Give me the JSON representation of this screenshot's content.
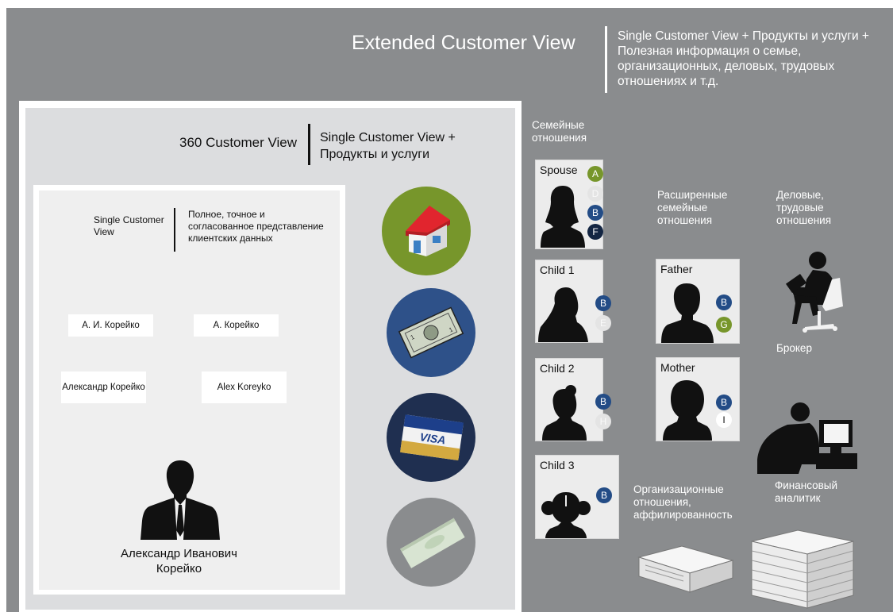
{
  "extended_view": {
    "title": "Extended Customer View",
    "description": "Single Customer View + Продукты и услуги + Полезная информация о семье, организационных, деловых, трудовых отношениях и т.д."
  },
  "view_360": {
    "title": "360 Customer View",
    "description": "Single Customer View + Продукты и услуги"
  },
  "single_view": {
    "title": "Single Customer View",
    "description": "Полное, точное и согласованное представление клиентских данных",
    "name_variants": [
      "А. И. Корейко",
      "А. Корейко",
      "Александр Корейко",
      "Alex Koreyko"
    ],
    "customer_name": "Александр Иванович Корейко"
  },
  "products": {
    "icons": [
      "house-icon",
      "banknote-icon",
      "credit-card-icon",
      "cheque-icon"
    ],
    "card_brand": "VISA",
    "colors": {
      "house": "#77962b",
      "money": "#2e5189",
      "card": "#1f2f50",
      "cheque": "#8a8c8e"
    }
  },
  "relations": {
    "family_label": "Семейные отношения",
    "extended_family_label": "Расширенные семейные отношения",
    "business_label": "Деловые, трудовые отношения",
    "org_label": "Организационные отношения, аффилированность",
    "broker_label": "Брокер",
    "analyst_label": "Финансовый аналитик"
  },
  "family_cards": [
    {
      "label": "Spouse",
      "badges": [
        "A",
        "D",
        "B",
        "F"
      ]
    },
    {
      "label": "Child 1",
      "badges": [
        "B",
        "E"
      ]
    },
    {
      "label": "Child 2",
      "badges": [
        "B",
        "H"
      ]
    },
    {
      "label": "Child 3",
      "badges": [
        "B"
      ]
    },
    {
      "label": "Father",
      "badges": [
        "B",
        "G"
      ]
    },
    {
      "label": "Mother",
      "badges": [
        "B",
        "I"
      ]
    }
  ]
}
